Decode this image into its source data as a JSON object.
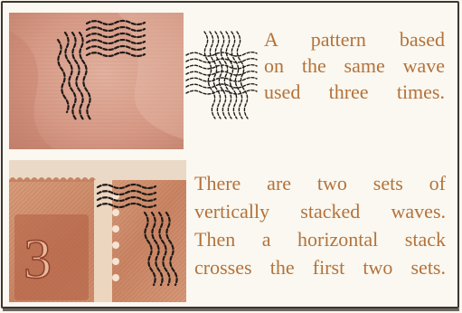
{
  "panels": [
    {
      "description_lines": [
        "A  pattern  based",
        "on the same wave",
        "used three times."
      ]
    },
    {
      "description_lines": [
        "There are two sets of",
        "vertically stacked waves.",
        "Then a horizontal stack",
        "crosses the first two sets."
      ],
      "stamp_numeral": "3"
    }
  ],
  "colors": {
    "text": "#b4723b",
    "frame": "#3b3633",
    "background": "#faf8f0",
    "wave_ink": "#1e1a18",
    "stamp_top": "#d69a86",
    "stamp_bottom": "#c98463"
  }
}
